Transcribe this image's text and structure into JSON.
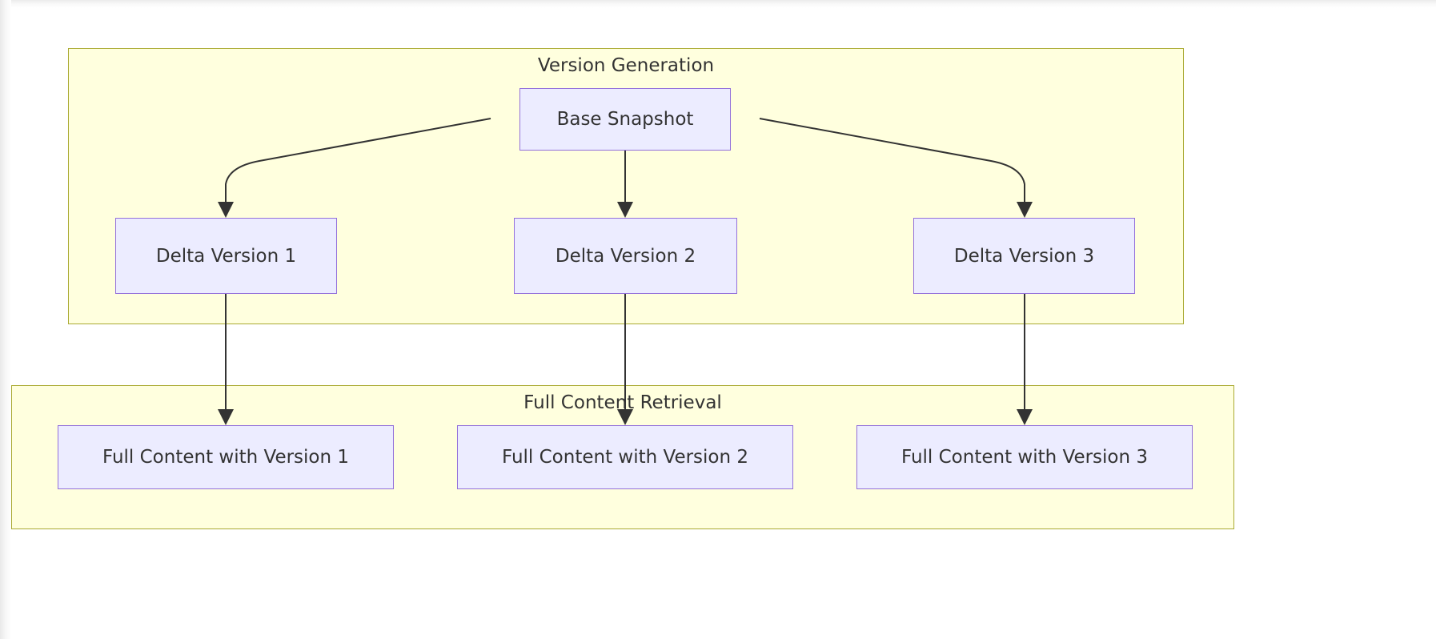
{
  "diagram": {
    "type": "flowchart",
    "direction": "top-down",
    "title_visible": false,
    "colors": {
      "cluster_fill": "#ffffde",
      "cluster_stroke": "#aaaa33",
      "node_fill": "#ececff",
      "node_stroke": "#9370db",
      "text": "#333333",
      "edge_stroke": "#333333",
      "canvas_background": "#ffffff"
    },
    "clusters": [
      {
        "id": "version-generation",
        "label": "Version Generation",
        "node_ids": [
          "base-snapshot",
          "delta-version-1",
          "delta-version-2",
          "delta-version-3"
        ]
      },
      {
        "id": "full-content-retrieval",
        "label": "Full Content Retrieval",
        "node_ids": [
          "full-content-1",
          "full-content-2",
          "full-content-3"
        ]
      }
    ],
    "nodes": [
      {
        "id": "base-snapshot",
        "label": "Base Snapshot",
        "shape": "rectangle",
        "cluster": "version-generation"
      },
      {
        "id": "delta-version-1",
        "label": "Delta Version 1",
        "shape": "rectangle",
        "cluster": "version-generation"
      },
      {
        "id": "delta-version-2",
        "label": "Delta Version 2",
        "shape": "rectangle",
        "cluster": "version-generation"
      },
      {
        "id": "delta-version-3",
        "label": "Delta Version 3",
        "shape": "rectangle",
        "cluster": "version-generation"
      },
      {
        "id": "full-content-1",
        "label": "Full Content with Version 1",
        "shape": "rectangle",
        "cluster": "full-content-retrieval"
      },
      {
        "id": "full-content-2",
        "label": "Full Content with Version 2",
        "shape": "rectangle",
        "cluster": "full-content-retrieval"
      },
      {
        "id": "full-content-3",
        "label": "Full Content with Version 3",
        "shape": "rectangle",
        "cluster": "full-content-retrieval"
      }
    ],
    "edges": [
      {
        "from": "base-snapshot",
        "to": "delta-version-1",
        "label": "",
        "arrow": "end"
      },
      {
        "from": "base-snapshot",
        "to": "delta-version-2",
        "label": "",
        "arrow": "end"
      },
      {
        "from": "base-snapshot",
        "to": "delta-version-3",
        "label": "",
        "arrow": "end"
      },
      {
        "from": "delta-version-1",
        "to": "full-content-1",
        "label": "",
        "arrow": "end"
      },
      {
        "from": "delta-version-2",
        "to": "full-content-2",
        "label": "",
        "arrow": "end"
      },
      {
        "from": "delta-version-3",
        "to": "full-content-3",
        "label": "",
        "arrow": "end"
      }
    ]
  }
}
